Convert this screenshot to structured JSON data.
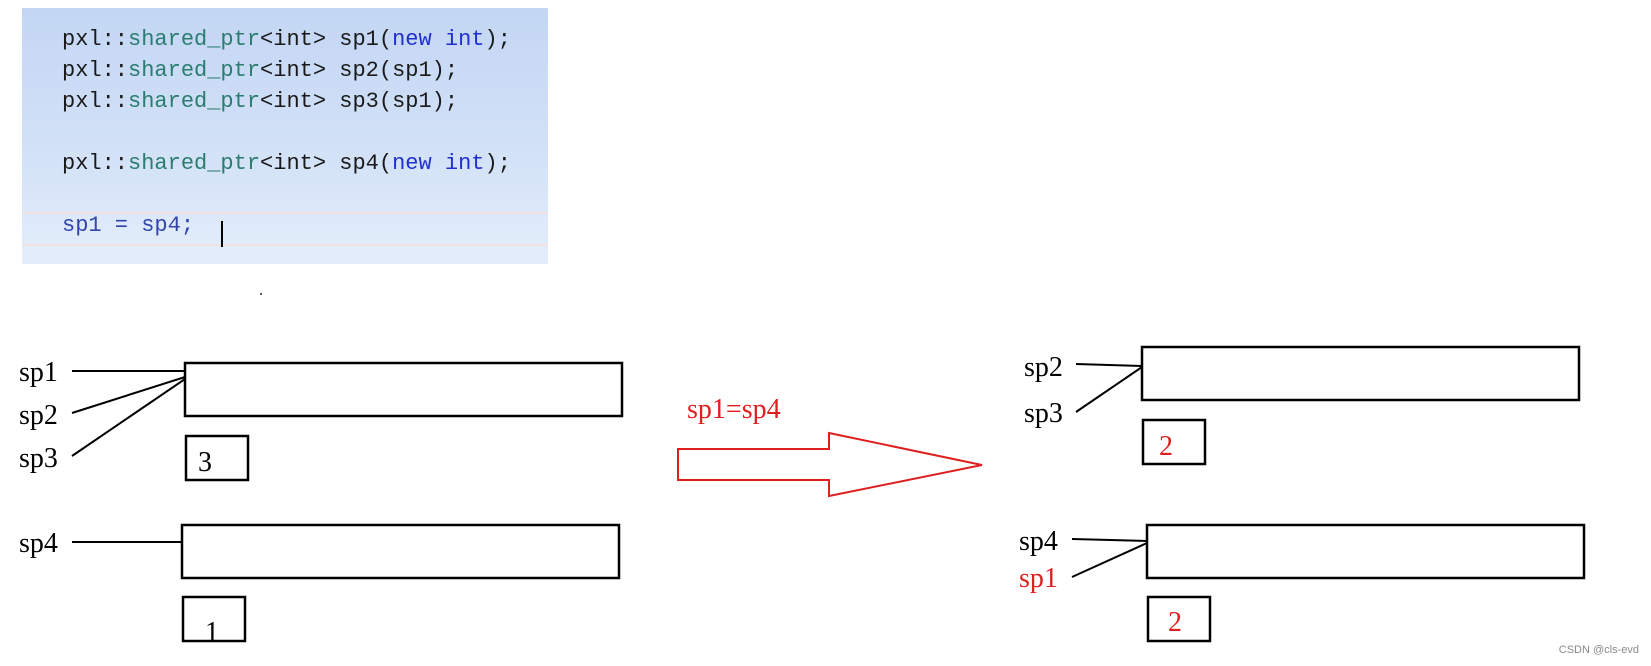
{
  "code": {
    "line1": {
      "ns": "pxl::",
      "type": "shared_ptr",
      "tmpl": "<int> sp1(",
      "kw": "new int",
      "end": ");"
    },
    "line2": {
      "ns": "pxl::",
      "type": "shared_ptr",
      "rest": "<int> sp2(sp1);"
    },
    "line3": {
      "ns": "pxl::",
      "type": "shared_ptr",
      "rest": "<int> sp3(sp1);"
    },
    "line4": {
      "ns": "pxl::",
      "type": "shared_ptr",
      "tmpl": "<int> sp4(",
      "kw": "new int",
      "end": ");"
    },
    "line5": "sp1 = sp4;"
  },
  "before": {
    "top_labels": [
      "sp1",
      "sp2",
      "sp3"
    ],
    "top_count": "3",
    "bottom_labels": [
      "sp4"
    ],
    "bottom_count": "1"
  },
  "transition": {
    "label": "sp1=sp4",
    "color": "#e02020"
  },
  "after": {
    "top_labels": [
      "sp2",
      "sp3"
    ],
    "top_count": "2",
    "bottom_labels": [
      "sp4",
      "sp1"
    ],
    "bottom_count": "2",
    "highlight_color": "#e02020"
  },
  "watermark": "CSDN @cls-evd"
}
